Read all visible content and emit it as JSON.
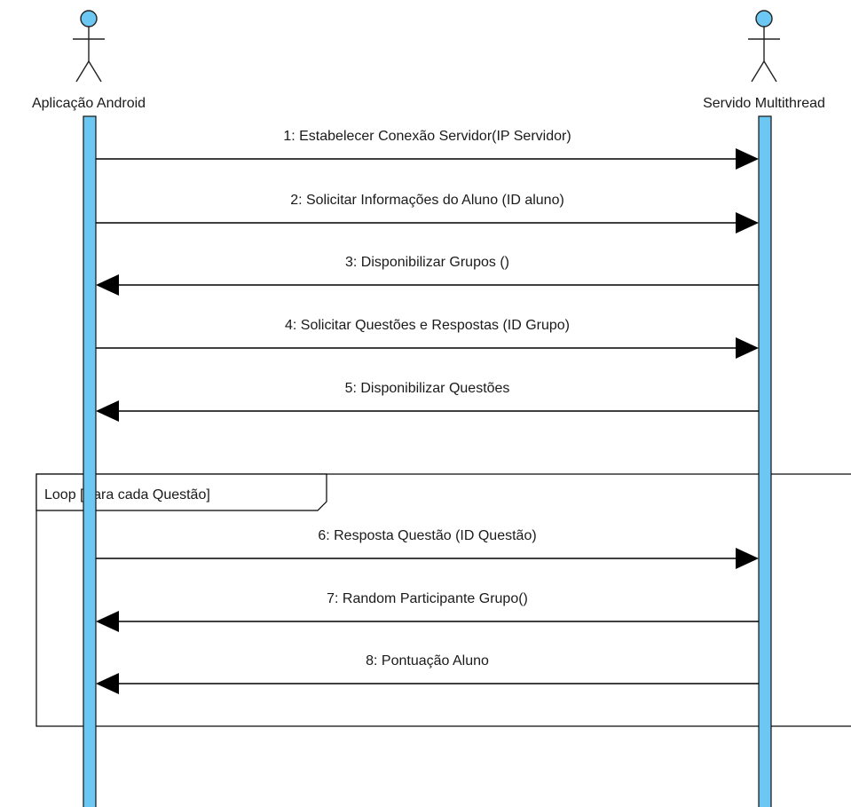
{
  "colors": {
    "lifeline_fill": "#6cc8f2",
    "actor_head": "#6cc8f2",
    "line": "#000000",
    "background": "#ffffff"
  },
  "actors": [
    {
      "id": "android",
      "label": "Aplicação Android"
    },
    {
      "id": "server",
      "label": "Servido Multithread"
    }
  ],
  "messages": [
    {
      "id": 1,
      "label": "1: Estabelecer Conexão Servidor(IP Servidor)",
      "from": "android",
      "to": "server"
    },
    {
      "id": 2,
      "label": "2: Solicitar Informações do Aluno (ID aluno)",
      "from": "android",
      "to": "server"
    },
    {
      "id": 3,
      "label": "3: Disponibilizar Grupos ()",
      "from": "server",
      "to": "android"
    },
    {
      "id": 4,
      "label": "4: Solicitar Questões e Respostas (ID Grupo)",
      "from": "android",
      "to": "server"
    },
    {
      "id": 5,
      "label": "5: Disponibilizar Questões",
      "from": "server",
      "to": "android"
    },
    {
      "id": 6,
      "label": "6: Resposta Questão (ID Questão)",
      "from": "android",
      "to": "server"
    },
    {
      "id": 7,
      "label": "7: Random Participante Grupo()",
      "from": "server",
      "to": "android"
    },
    {
      "id": 8,
      "label": "8: Pontuação Aluno",
      "from": "server",
      "to": "android"
    }
  ],
  "loop": {
    "label": "Loop [Para cada Questão]",
    "first_message": 6,
    "last_message": 8
  }
}
